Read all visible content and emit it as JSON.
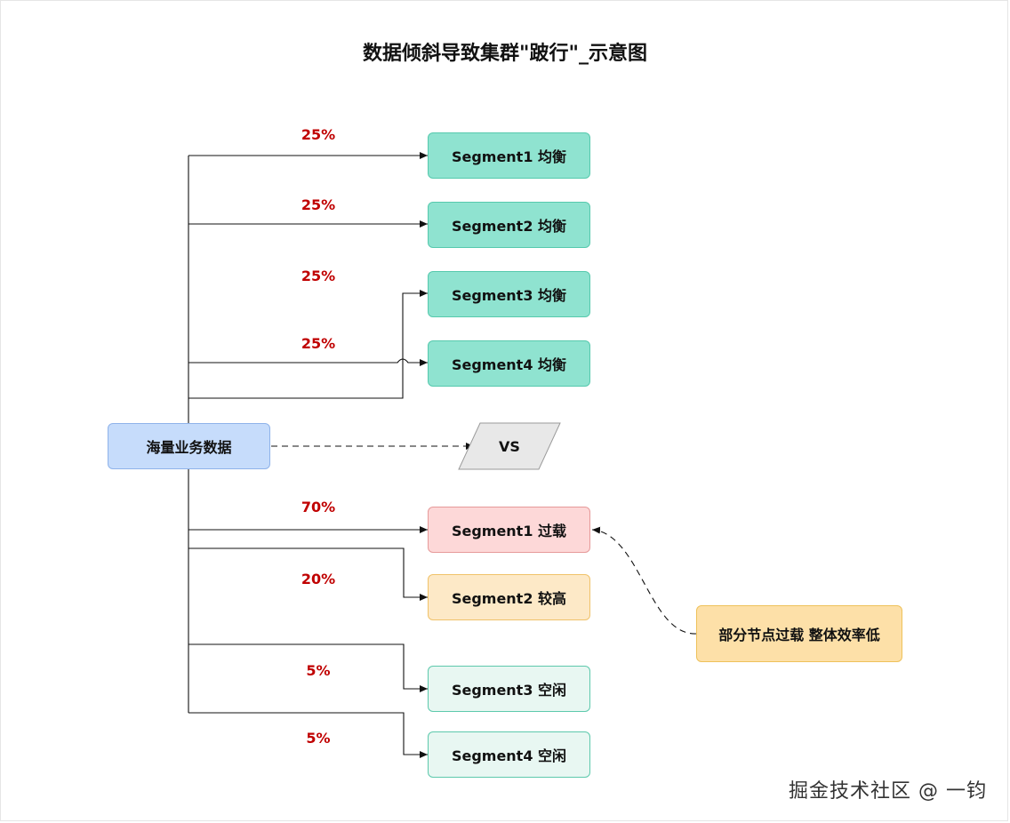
{
  "title": "数据倾斜导致集群\"跛行\"_示意图",
  "source_label": "海量业务数据",
  "vs_label": "VS",
  "balanced": [
    {
      "label": "Segment1 均衡",
      "pct": "25%"
    },
    {
      "label": "Segment2 均衡",
      "pct": "25%"
    },
    {
      "label": "Segment3 均衡",
      "pct": "25%"
    },
    {
      "label": "Segment4 均衡",
      "pct": "25%"
    }
  ],
  "skewed": [
    {
      "label": "Segment1 过载",
      "pct": "70%"
    },
    {
      "label": "Segment2 较高",
      "pct": "20%"
    },
    {
      "label": "Segment3 空闲",
      "pct": "5%"
    },
    {
      "label": "Segment4 空闲",
      "pct": "5%"
    }
  ],
  "note": "部分节点过载 整体效率低",
  "watermark": "掘金技术社区 @ 一钧",
  "colors": {
    "balanced_fill": "#8fe3d0",
    "overloaded_fill": "#fdd8d8",
    "high_fill": "#fde9c7",
    "idle_fill": "#e8f7f2",
    "source_fill": "#c6dcfb",
    "note_fill": "#fde0a8",
    "vs_fill": "#e8e8e8",
    "percent_text": "#c00000"
  }
}
